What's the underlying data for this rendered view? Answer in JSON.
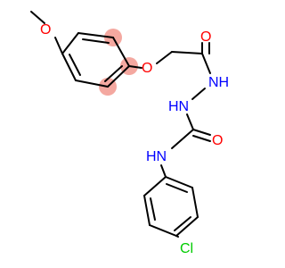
{
  "molecule": {
    "atoms": {
      "methoxy_o": {
        "symbol": "O"
      },
      "ether_o": {
        "symbol": "O"
      },
      "acyl_o": {
        "symbol": "O"
      },
      "nh_1": {
        "symbol": "NH"
      },
      "hn_2": {
        "symbol": "HN"
      },
      "urea_o": {
        "symbol": "O"
      },
      "hn_3": {
        "symbol": "HN"
      },
      "chlorine": {
        "symbol": "Cl"
      }
    },
    "colors": {
      "bond": "#000000",
      "oxygen": "#ff0000",
      "nitrogen": "#0000ff",
      "chlorine": "#00cc00",
      "ring_highlight": "#f4a8a0"
    }
  }
}
